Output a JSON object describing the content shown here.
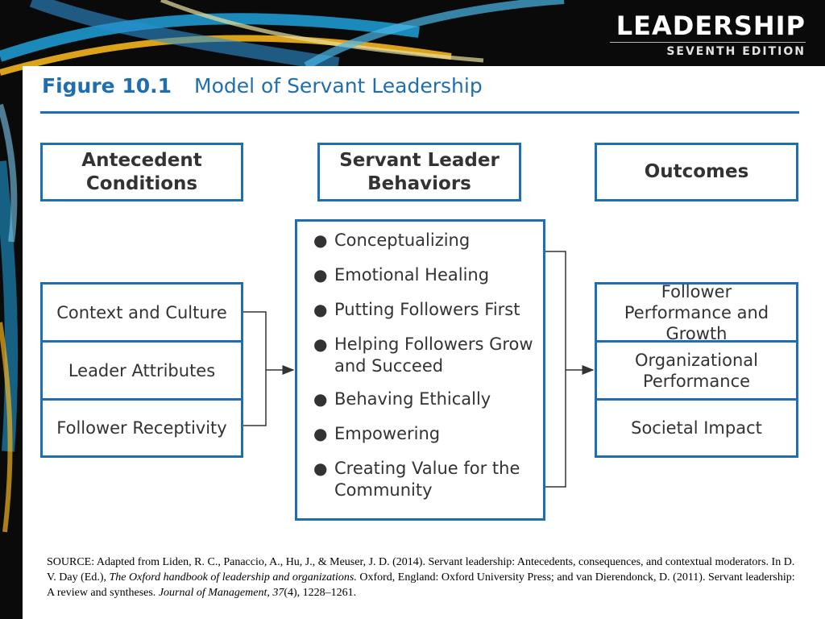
{
  "brand": {
    "title": "LEADERSHIP",
    "edition": "SEVENTH EDITION"
  },
  "figure": {
    "label": "Figure 10.1",
    "title": "Model of Servant Leadership"
  },
  "headers": {
    "antecedent": "Antecedent Conditions",
    "behaviors": "Servant Leader Behaviors",
    "outcomes": "Outcomes"
  },
  "antecedents": [
    "Context and Culture",
    "Leader Attributes",
    "Follower Receptivity"
  ],
  "behaviors": [
    "Conceptualizing",
    "Emotional Healing",
    "Putting Followers First",
    "Helping Followers Grow and Succeed",
    "Behaving Ethically",
    "Empowering",
    "Creating Value for the Community"
  ],
  "outcomes": [
    "Follower Performance and Growth",
    "Organizational Performance",
    "Societal Impact"
  ],
  "source": {
    "p1": "SOURCE: Adapted from Liden, R. C., Panaccio, A., Hu, J., & Meuser, J. D. (2014). Servant leadership: Antecedents, consequences, and contextual moderators. In D. V. Day (Ed.), ",
    "i1": "The Oxford handbook of leadership and organizations.",
    "p2": " Oxford, England: Oxford University Press; and van Dierendonck, D. (2011). Servant leadership: A review and syntheses. ",
    "i2": "Journal of Management",
    "p3": ", ",
    "i3": "37",
    "p4": "(4), 1228–1261."
  },
  "colors": {
    "accent": "#1f6fb0",
    "text": "#333333",
    "background": "#0a0a0a"
  }
}
